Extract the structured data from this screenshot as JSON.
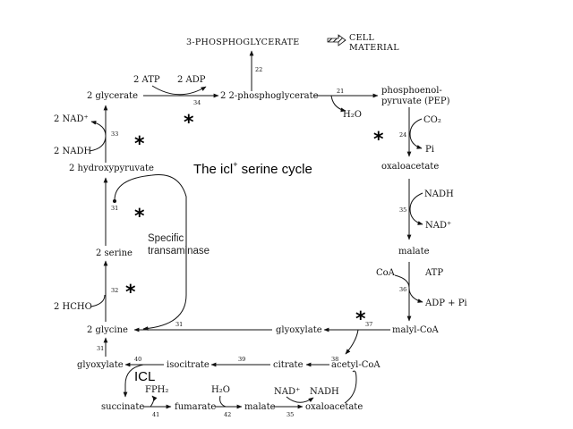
{
  "title": {
    "main": "The icl",
    "sup": "+",
    "rest": " serine cycle"
  },
  "top": {
    "phosphoglycerate": "3-PHOSPHOGLYCERATE",
    "cell_line1": "CELL",
    "cell_line2": "MATERIAL",
    "enzyme": "22"
  },
  "metabolites": {
    "glycerate": "2 glycerate",
    "phosphoglycerate2": "2 2-phosphoglycerate",
    "pep_line1": "phosphoenol-",
    "pep_line2": "pyruvate (PEP)",
    "oxaloacetate": "oxaloacetate",
    "malate": "malate",
    "malyl_coa": "malyl-CoA",
    "acetyl_coa": "acetyl-CoA",
    "citrate": "citrate",
    "isocitrate": "isocitrate",
    "glyoxylate_bottom": "glyoxylate",
    "glyoxylate_mid": "glyoxylate",
    "glycine": "2 glycine",
    "serine": "2 serine",
    "hydroxypyruvate": "2 hydroxypyruvate",
    "succinate": "succinate",
    "fumarate": "fumarate",
    "malate_bottom": "malate",
    "oxaloacetate_bottom": "oxaloacetate"
  },
  "cofactors": {
    "atp2": "2 ATP",
    "adp2": "2 ADP",
    "h2o_top": "H₂O",
    "co2": "CO₂",
    "pi": "Pi",
    "nadh": "NADH",
    "nad_plus": "NAD⁺",
    "coa": "CoA",
    "atp": "ATP",
    "adp_pi": "ADP + Pi",
    "nad_left": "2 NAD⁺",
    "nadh_left": "2 NADH",
    "hcho": "2 HCHO",
    "fph2": "FPH₂",
    "h2o_bottom": "H₂O",
    "nad_bottom": "NAD⁺",
    "nadh_bottom": "NADH"
  },
  "enzymes": {
    "e34": "34",
    "e21": "21",
    "e24": "24",
    "e35": "35",
    "e36": "36",
    "e37": "37",
    "e38": "38",
    "e39": "39",
    "e40": "40",
    "e31_top": "31",
    "e31_bottom": "31",
    "e31_mid": "31",
    "e32": "32",
    "e33": "33",
    "e41": "41",
    "e42": "42",
    "e35_bottom": "35"
  },
  "annotations": {
    "transaminase_line1": "Specific",
    "transaminase_line2": "transaminase",
    "icl": "ICL",
    "star": "*"
  }
}
